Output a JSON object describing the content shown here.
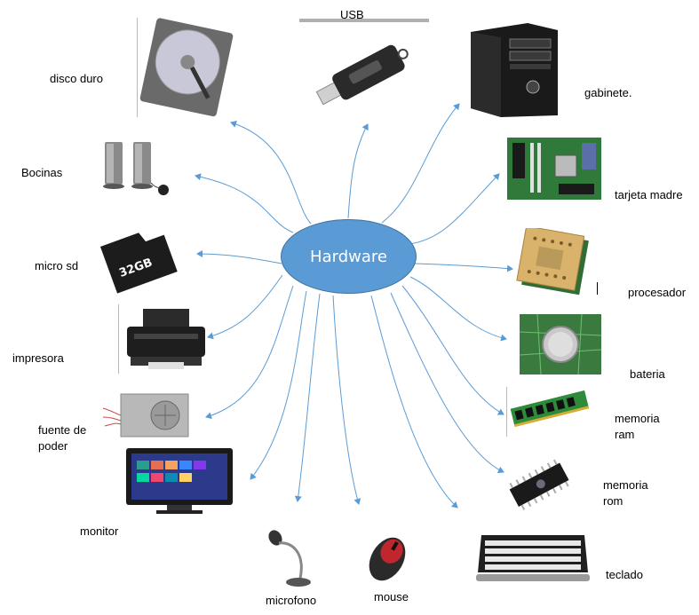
{
  "center": {
    "label": "Hardware"
  },
  "components": {
    "usb": "USB",
    "disco_duro": "disco duro",
    "bocinas": "Bocinas",
    "micro_sd": "micro sd",
    "impresora": "impresora",
    "fuente_de_poder": "fuente de\npoder",
    "monitor": "monitor",
    "microfono": "microfono",
    "mouse": "mouse",
    "teclado": "teclado",
    "memoria_rom": "memoria\nrom",
    "memoria_ram": "memoria\nram",
    "bateria": "bateria",
    "procesador": "procesador",
    "tarjeta_madre": "tarjeta madre",
    "gabinete": "gabinete."
  },
  "sd_card_text": "32GB",
  "colors": {
    "ellipse": "#5b9bd5",
    "arrows": "#5b9bd5"
  }
}
